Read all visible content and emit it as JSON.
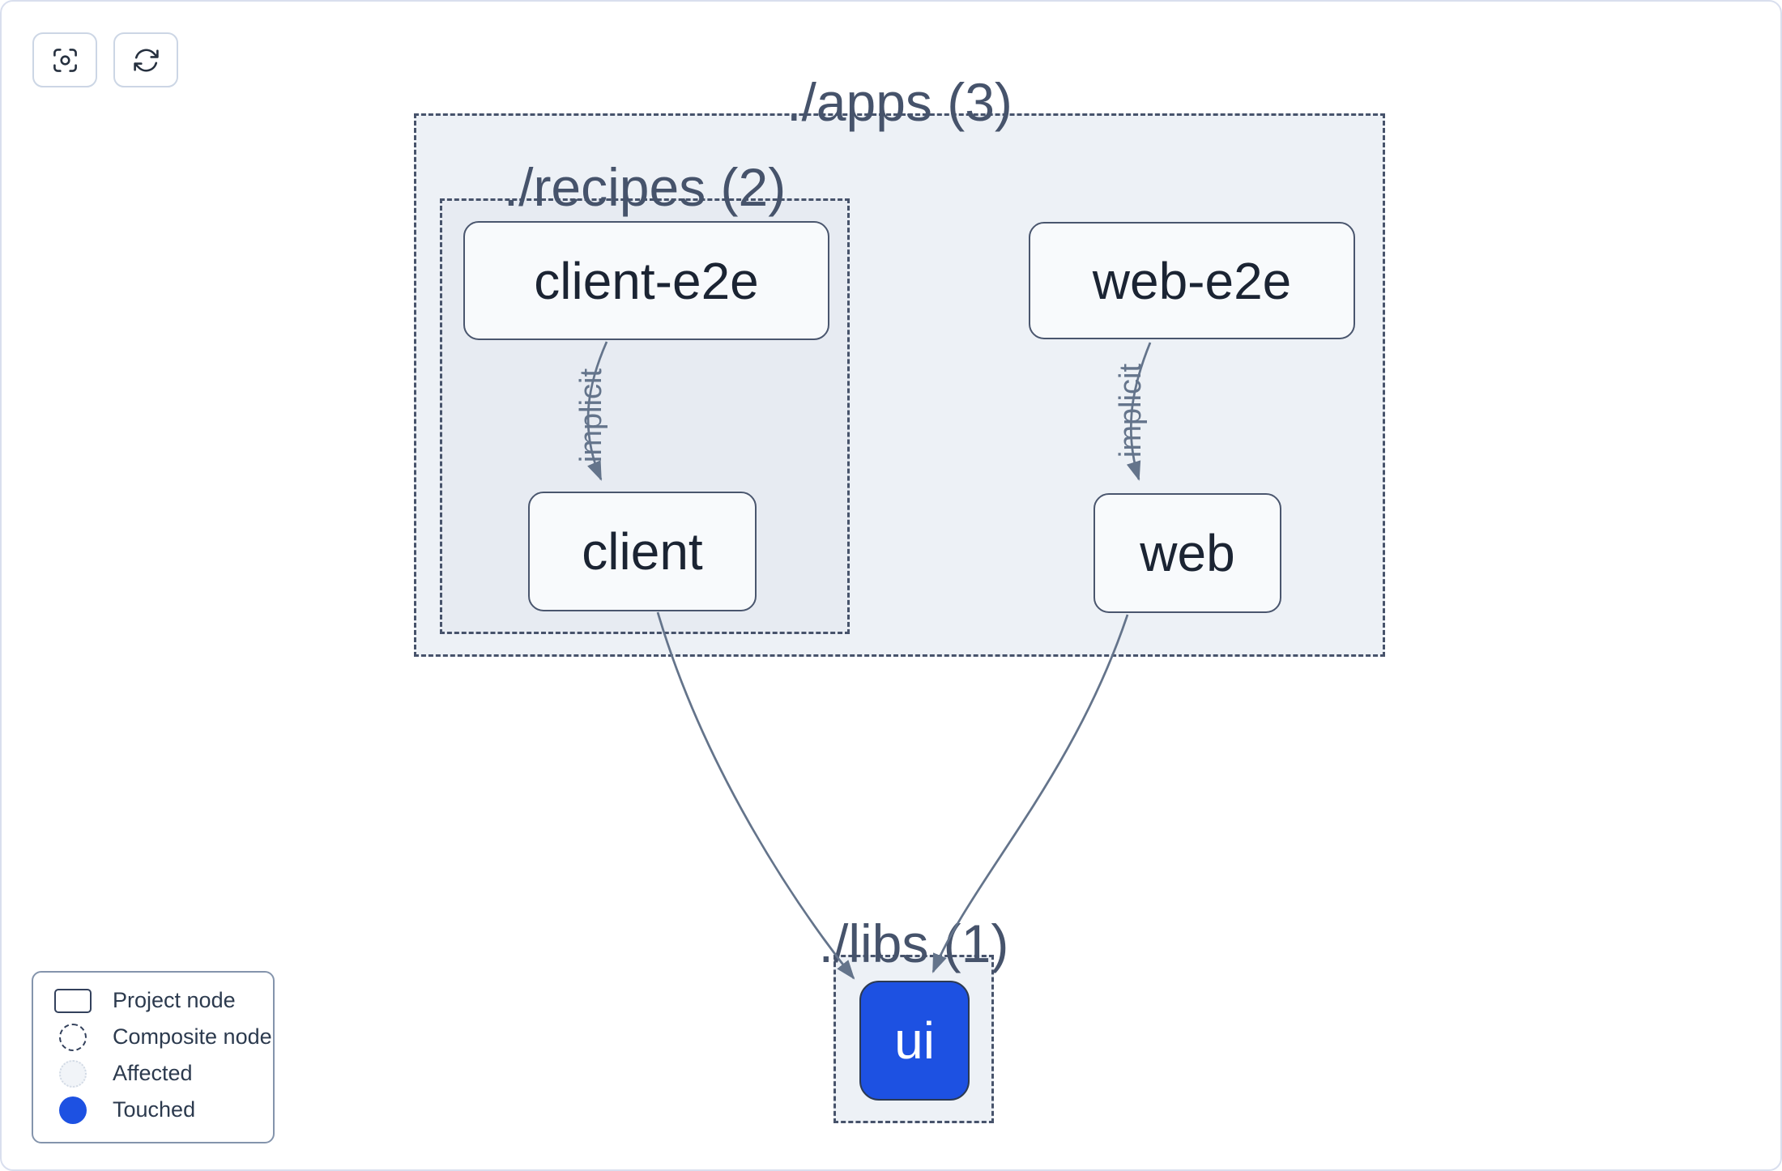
{
  "toolbar": {
    "buttons": [
      {
        "name": "center-graph",
        "icon": "scan-focus-icon"
      },
      {
        "name": "refresh-graph",
        "icon": "refresh-icon"
      }
    ]
  },
  "groups": {
    "apps": {
      "label": "./apps (3)"
    },
    "recipes": {
      "label": "./recipes (2)"
    },
    "libs": {
      "label": "./libs (1)"
    }
  },
  "nodes": {
    "client_e2e": {
      "label": "client-e2e",
      "state": "default"
    },
    "web_e2e": {
      "label": "web-e2e",
      "state": "default"
    },
    "client": {
      "label": "client",
      "state": "default"
    },
    "web": {
      "label": "web",
      "state": "default"
    },
    "ui": {
      "label": "ui",
      "state": "touched"
    }
  },
  "edges": [
    {
      "from": "client-e2e",
      "to": "client",
      "label": "implicit"
    },
    {
      "from": "web-e2e",
      "to": "web",
      "label": "implicit"
    },
    {
      "from": "client",
      "to": "ui",
      "label": ""
    },
    {
      "from": "web",
      "to": "ui",
      "label": ""
    }
  ],
  "legend": {
    "items": [
      {
        "swatch": "project-node-swatch",
        "label": "Project node"
      },
      {
        "swatch": "composite-node-swatch",
        "label": "Composite node"
      },
      {
        "swatch": "affected-swatch",
        "label": "Affected"
      },
      {
        "swatch": "touched-swatch",
        "label": "Touched"
      }
    ]
  },
  "colors": {
    "touched_blue": "#1d51e2",
    "group_fill": "#edf1f6",
    "group_border": "#47536b",
    "node_fill": "#f8fafc",
    "node_border": "#4a566e",
    "node_text": "#1b2433",
    "group_label_text": "#46536b",
    "edge": "#64748b",
    "canvas_border": "#d9dfee"
  }
}
